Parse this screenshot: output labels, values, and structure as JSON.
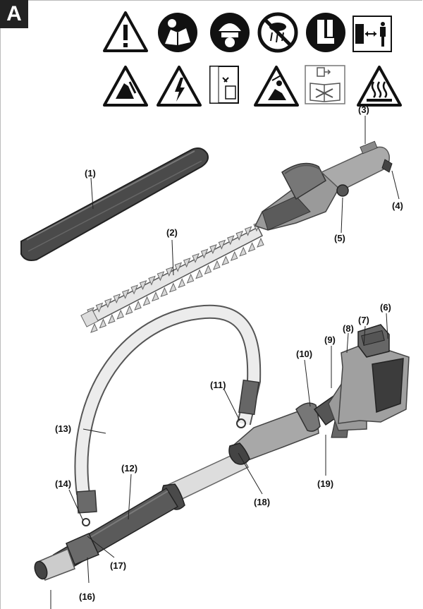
{
  "section_letter": "A",
  "symbols_row1": [
    "warning-icon",
    "read-manual-icon",
    "helmet-eye-ear-protection-icon",
    "no-rain-icon",
    "safety-boots-icon",
    "keep-distance-icon"
  ],
  "symbols_row2": [
    "cut-hazard-icon",
    "electric-hazard-icon",
    "remove-battery-icon",
    "falling-objects-icon",
    "maintenance-manual-icon",
    "hot-surface-icon"
  ],
  "labels": {
    "l1": "(1)",
    "l2": "(2)",
    "l3": "(3)",
    "l4": "(4)",
    "l5": "(5)",
    "l6": "(6)",
    "l7": "(7)",
    "l8": "(8)",
    "l9": "(9)",
    "l10": "(10)",
    "l11": "(11)",
    "l12": "(12)",
    "l13": "(13)",
    "l14": "(14)",
    "l16": "(16)",
    "l17": "(17)",
    "l18": "(18)",
    "l19": "(19)"
  }
}
